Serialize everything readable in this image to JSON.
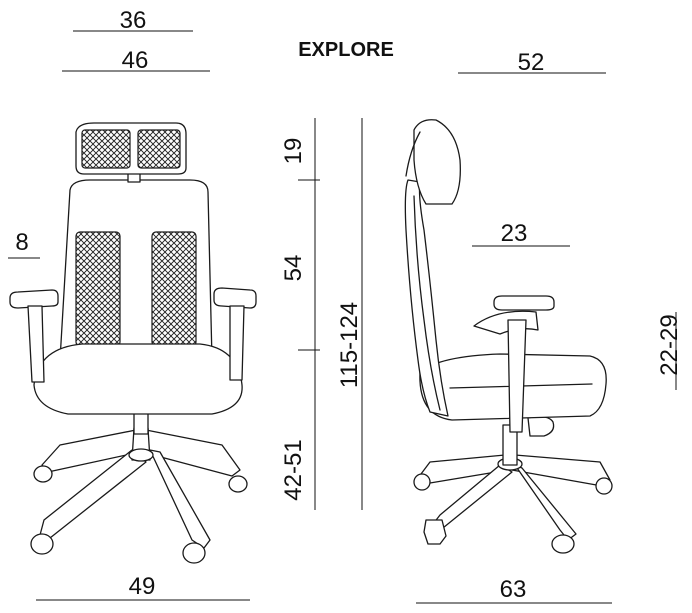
{
  "title": "EXPLORE",
  "dimensions": {
    "headrest_width": "36",
    "backrest_width": "46",
    "overall_width": "49",
    "armrest_width": "8",
    "headrest_height": "19",
    "backrest_height": "54",
    "seat_height": "42-51",
    "total_height": "115-124",
    "overall_depth_top": "52",
    "seat_depth": "23",
    "armrest_height": "22-29",
    "overall_depth": "63"
  }
}
